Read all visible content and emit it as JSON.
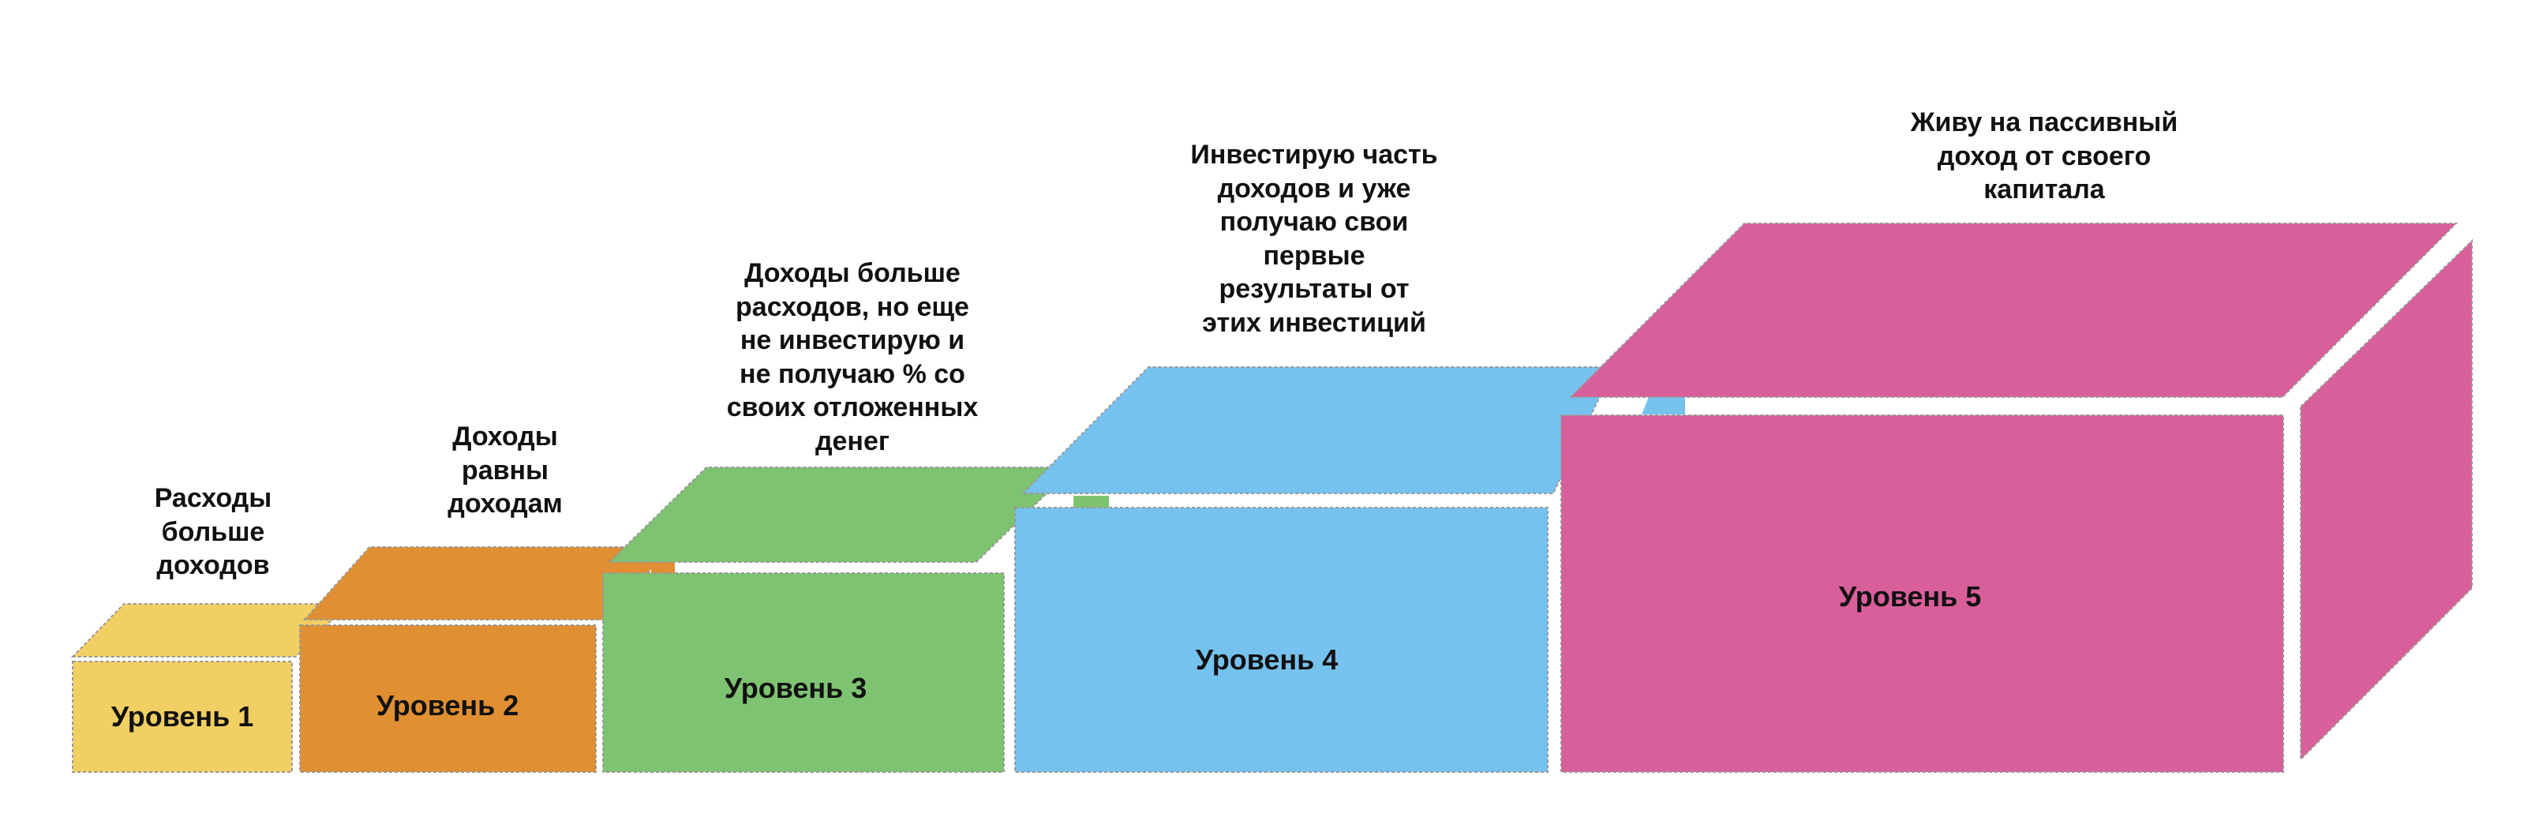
{
  "levels": [
    {
      "label": "Уровень 1",
      "description": "Расходы\nбольше\nдоходов",
      "color": "#f2cf63"
    },
    {
      "label": "Уровень 2",
      "description": "Доходы\nравны\nдоходам",
      "color": "#e08f32"
    },
    {
      "label": "Уровень 3",
      "description": "Доходы больше\nрасходов, но еще\nне инвестирую и\nне получаю % со\nсвоих отложенных\nденег",
      "color": "#7ec371"
    },
    {
      "label": "Уровень 4",
      "description": "Инвестирую часть\nдоходов и уже\nполучаю свои\nпервые\nрезультаты от\nэтих инвестиций",
      "color": "#76c2ef"
    },
    {
      "label": "Уровень 5",
      "description": "Живу на пассивный\nдоход от своего\nкапитала",
      "color": "#d95f9b"
    }
  ]
}
